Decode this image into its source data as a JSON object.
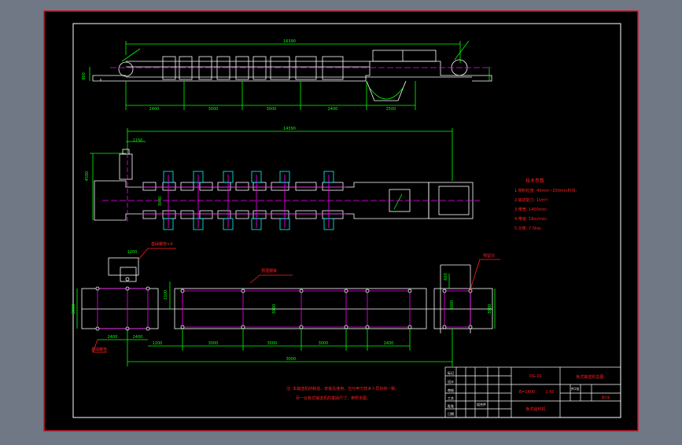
{
  "window": {
    "background": "#6f7884",
    "sheet_color": "#000000",
    "frame_color": "#d4142e",
    "border_color": "#ffffff"
  },
  "colors": {
    "white": "#ffffff",
    "green": "#00ff00",
    "magenta": "#ff00ff",
    "cyan": "#00ffff",
    "red": "#ff2020",
    "yellow": "#ffff00"
  },
  "dimensions": {
    "top_total": "16390",
    "top_segment_1": "2400",
    "top_segment_2": "3000",
    "top_segment_3": "3000",
    "top_segment_4": "2400",
    "top_segment_5": "2500",
    "top_height": "900",
    "plan_total": "14390",
    "plan_offset": "1150",
    "plan_left_height": "4500",
    "plan_width_label": "3000",
    "found_offset": "2100",
    "found_height_left": "3000",
    "found_height_mid": "3000",
    "found_height_right": "3000",
    "found_right_offset": "600",
    "found_seg_1": "1200",
    "found_seg_2": "3000",
    "found_seg_3": "3000",
    "found_seg_4": "3000",
    "found_seg_5": "2400",
    "found_total": "3000",
    "found_left_seg_1": "2400",
    "found_left_seg_2": "2400",
    "found_left_bottom": "1200",
    "found_mid_width": "3000"
  },
  "leaders": {
    "foundation_bolt": "基础螺栓×4",
    "embedded_plate": "预埋钢板",
    "anchor_label": "基础螺栓",
    "pit_label": "预留坑"
  },
  "tech": {
    "title": "技术参数",
    "lines": [
      "1.物料粒度: 40mm~200mm料块;",
      "2.输送能力: 1t/m³;",
      "3.带宽: 1400mm;",
      "4.带速: 18m/min;",
      "5.功率: 7.5kw;"
    ]
  },
  "note": {
    "line1": "注: 本输送机的制造、安装及使用，应与甲方技术人员协商一致。",
    "line2": "另一台板式输送机的基础尺寸，参照本图。"
  },
  "title_block": {
    "drawing_code": "DG-01",
    "model": "B=1400",
    "scale": "1:50",
    "drawing_name": "板式输送机总图",
    "sub_name": "板式给料机",
    "material": "组合件",
    "sheet": "共1张",
    "sheet_no": "第1张",
    "row_labels": [
      "标记",
      "设计",
      "审核",
      "工艺",
      "批准",
      "日期"
    ]
  }
}
